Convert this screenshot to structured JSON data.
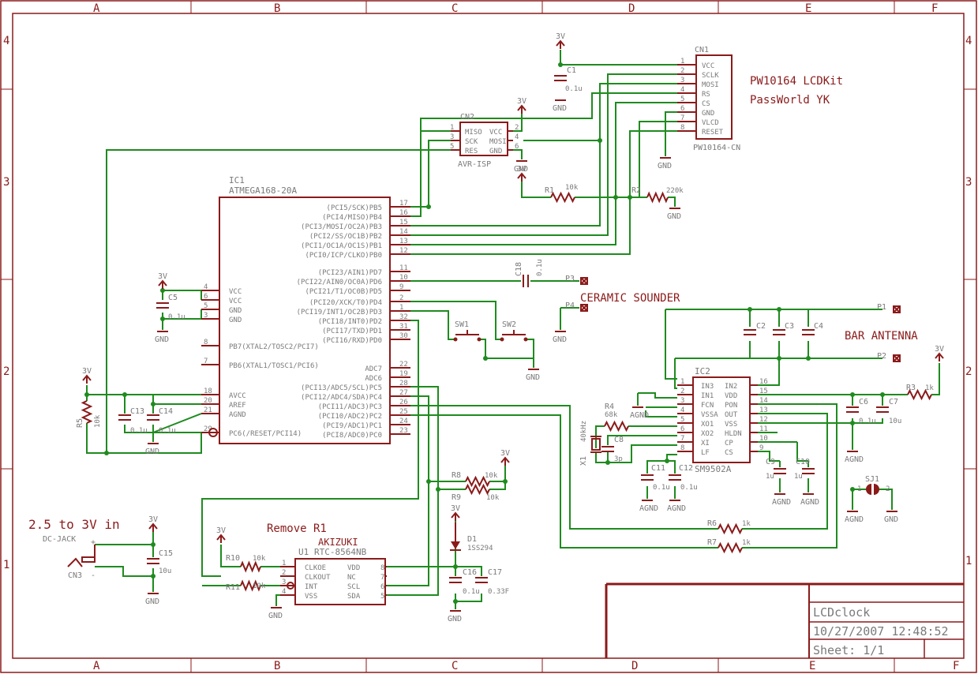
{
  "frame": {
    "cols": [
      "A",
      "B",
      "C",
      "D",
      "E",
      "F"
    ],
    "rows": [
      "4",
      "3",
      "2",
      "1"
    ]
  },
  "title_block": {
    "name": "LCDclock",
    "date": "10/27/2007 12:48:52",
    "sheet": "Sheet: 1/1"
  },
  "notes": {
    "lcd_kit_1": "PW10164 LCDKit",
    "lcd_kit_2": "PassWorld YK",
    "ceramic": "CERAMIC SOUNDER",
    "antenna": "BAR ANTENNA",
    "power_in": "2.5 to 3V in",
    "remove_r1": "Remove R1"
  },
  "ic1": {
    "name": "IC1",
    "value": "ATMEGA168-20A",
    "right_pins": [
      {
        "num": "17",
        "label": "(PCI5/SCK)PB5"
      },
      {
        "num": "16",
        "label": "(PCI4/MISO)PB4"
      },
      {
        "num": "15",
        "label": "(PCI3/MOSI/OC2A)PB3"
      },
      {
        "num": "14",
        "label": "(PCI2/SS/OC1B)PB2"
      },
      {
        "num": "13",
        "label": "(PCI1/OC1A/OC1S)PB1"
      },
      {
        "num": "12",
        "label": "(PCI0/ICP/CLKO)PB0"
      },
      {
        "num": "11",
        "label": "(PCI23/AIN1)PD7"
      },
      {
        "num": "10",
        "label": "(PCI22/AIN0/OC0A)PD6"
      },
      {
        "num": "9",
        "label": "(PCI21/T1/OC0B)PD5"
      },
      {
        "num": "2",
        "label": "(PCI20/XCK/T0)PD4"
      },
      {
        "num": "1",
        "label": "(PCI19/INT1/OC2B)PD3"
      },
      {
        "num": "32",
        "label": "(PCI18/INT0)PD2"
      },
      {
        "num": "31",
        "label": "(PCI17/TXD)PD1"
      },
      {
        "num": "30",
        "label": "(PCI16/RXD)PD0"
      },
      {
        "num": "22",
        "label": "ADC7"
      },
      {
        "num": "19",
        "label": "ADC6"
      },
      {
        "num": "28",
        "label": "(PCI13/ADC5/SCL)PC5"
      },
      {
        "num": "27",
        "label": "(PCI12/ADC4/SDA)PC4"
      },
      {
        "num": "26",
        "label": "(PCI11/ADC3)PC3"
      },
      {
        "num": "25",
        "label": "(PCI10/ADC2)PC2"
      },
      {
        "num": "24",
        "label": "(PCI9/ADC1)PC1"
      },
      {
        "num": "23",
        "label": "(PCI8/ADC0)PC0"
      }
    ],
    "left_pins": [
      {
        "num": "4",
        "label": "VCC"
      },
      {
        "num": "6",
        "label": "VCC"
      },
      {
        "num": "5",
        "label": "GND"
      },
      {
        "num": "3",
        "label": "GND"
      },
      {
        "num": "8",
        "label": "PB7(XTAL2/TOSC2/PCI7)"
      },
      {
        "num": "7",
        "label": "PB6(XTAL1/TOSC1/PCI6)"
      },
      {
        "num": "18",
        "label": "AVCC"
      },
      {
        "num": "20",
        "label": "AREF"
      },
      {
        "num": "21",
        "label": "AGND"
      },
      {
        "num": "29",
        "label": "PC6(/RESET/PCI14)"
      }
    ]
  },
  "cn1": {
    "name": "CN1",
    "value": "PW10164-CN",
    "pins": [
      {
        "num": "1",
        "label": "VCC"
      },
      {
        "num": "2",
        "label": "SCLK"
      },
      {
        "num": "3",
        "label": "MOSI"
      },
      {
        "num": "4",
        "label": "RS"
      },
      {
        "num": "5",
        "label": "CS"
      },
      {
        "num": "6",
        "label": "GND"
      },
      {
        "num": "7",
        "label": "VLCD"
      },
      {
        "num": "8",
        "label": "RESET"
      }
    ]
  },
  "cn2": {
    "name": "CN2",
    "value": "AVR-ISP",
    "left": [
      "MISO",
      "SCK",
      "RES"
    ],
    "right": [
      "VCC",
      "MOSI",
      "GND"
    ],
    "lnums": [
      "1",
      "3",
      "5"
    ],
    "rnums": [
      "2",
      "4",
      "6"
    ]
  },
  "ic2": {
    "name": "IC2",
    "value": "SM9502A",
    "left": [
      "IN3",
      "IN1",
      "FCN",
      "VSSA",
      "XO1",
      "XO2",
      "XI",
      "LF"
    ],
    "right": [
      "IN2",
      "VDD",
      "PON",
      "OUT",
      "VSS",
      "HLDN",
      "CP",
      "CS"
    ],
    "lnums": [
      "1",
      "2",
      "3",
      "4",
      "5",
      "6",
      "7",
      "8"
    ],
    "rnums": [
      "16",
      "15",
      "14",
      "13",
      "12",
      "11",
      "10",
      "9"
    ]
  },
  "u1": {
    "name": "U1",
    "brand": "AKIZUKI",
    "value": "RTC-8564NB",
    "left": [
      "CLKOE",
      "CLKOUT",
      "INT",
      "VSS"
    ],
    "right": [
      "VDD",
      "NC",
      "SCL",
      "SDA"
    ],
    "lnums": [
      "1",
      "2",
      "3",
      "4"
    ],
    "rnums": [
      "8",
      "7",
      "6",
      "5"
    ]
  },
  "parts": {
    "c1": "C1",
    "c1v": "0.1u",
    "c2": "C2",
    "c3": "C3",
    "c4": "C4",
    "c5": "C5",
    "c5v": "0.1u",
    "c6": "C6",
    "c6v": "0.1u",
    "c7": "C7",
    "c7v": "10u",
    "c8": "C8",
    "c8v": "3p",
    "c9": "C9",
    "c9v": "1u",
    "c10": "C10",
    "c10v": "1u",
    "c11": "C11",
    "c11v": "0.1u",
    "c12": "C12",
    "c12v": "0.1u",
    "c13": "C13",
    "c13v": "0.1u",
    "c14": "C14",
    "c14v": "0.1u",
    "c15": "C15",
    "c15v": "10u",
    "c16": "C16",
    "c16v": "0.1u",
    "c17": "C17",
    "c17v": "0.33F",
    "c18": "C18",
    "c18v": "0.1u",
    "r1": "R1",
    "r1v": "10k",
    "r2": "R2",
    "r2v": "220k",
    "r3": "R3",
    "r3v": "1k",
    "r4": "R4",
    "r4v": "68k",
    "r5": "R5",
    "r5v": "10k",
    "r6": "R6",
    "r6v": "1k",
    "r7": "R7",
    "r7v": "1k",
    "r8": "R8",
    "r8v": "10k",
    "r9": "R9",
    "r9v": "10k",
    "r10": "R10",
    "r10v": "10k",
    "r11": "R11",
    "r11v": "10k",
    "d1": "D1",
    "d1v": "1SS294",
    "x1": "X1",
    "x1v": "40kHz",
    "sw1": "SW1",
    "sw2": "SW2",
    "sj1": "SJ1",
    "p1": "P1",
    "p2": "P2",
    "p3": "P3",
    "p4": "P4",
    "cn3": "CN3",
    "dcjack": "DC-JACK",
    "plus": "+",
    "minus": "-",
    "v3": "3V",
    "gnd": "GND",
    "agnd": "AGND",
    "sj1_1": "1",
    "sj1_2": "2"
  }
}
